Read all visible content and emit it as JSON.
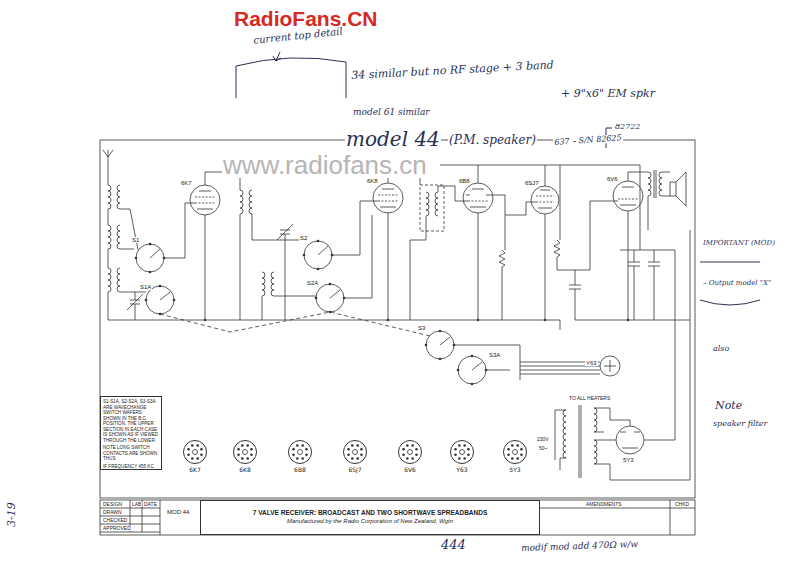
{
  "diagram": {
    "nodes": [
      {
        "text": [
          "S1-S1A, S2-S2A, S3-S3A ARE WAVECHANGE SWITCH WAFERS SHOWN IN THE B.C. POSITION. THE UPPER SECTION IN EACH CASE IS SHOWN AS IF VIEWED THROUGH THE LOWER.",
          "NOTE LONG SWITCH CONTACTS ARE SHOWN THUS",
          "IF FREQUENCY 455 KC"
        ]
      },
      {
        "text": [
          "6K7"
        ]
      },
      {
        "text": [
          "6K8"
        ]
      },
      {
        "text": [
          "6B8"
        ]
      },
      {
        "text": [
          "6SJ7"
        ]
      },
      {
        "text": [
          "6V6"
        ]
      },
      {
        "text": [
          "Y63"
        ]
      },
      {
        "text": [
          "5Y3"
        ]
      },
      {
        "text": [
          "7 VALVE RECEIVER: BROADCAST AND TWO SHORTWAVE SPREADBANDS",
          "Manufactured by the Radio Corporation of New Zealand, Wgtn"
        ]
      }
    ],
    "labels": [
      "RadioFans.CN",
      "www.radiofans.cn",
      "current top detail",
      "34 similar but no RF stage + 3 band",
      "+ 9\"x6\" EM spkr",
      "model 61 similar",
      "model 44",
      "(P.M. speaker)",
      "82722",
      "637 – S/N 82625",
      "IMPORTANT (MOD)",
      "– Output model \"X\"",
      "also",
      "Note",
      "speaker filter",
      "3-19",
      "444",
      "modif mod add 470Ω w/w",
      "6K7",
      "6K8",
      "6B8",
      "6SJ7",
      "6V6",
      "S1",
      "S1A",
      "S2",
      "S2A",
      "S3",
      "S3A",
      "Y63",
      "TO ALL HEATERS",
      "5Y3",
      "230V",
      "50~",
      "DESIGN",
      "LAB",
      "DATE",
      "DRAWN",
      "CHECKED",
      "APPROVED",
      "MOD 44",
      "AMENDMENTS",
      "CHKD"
    ]
  }
}
